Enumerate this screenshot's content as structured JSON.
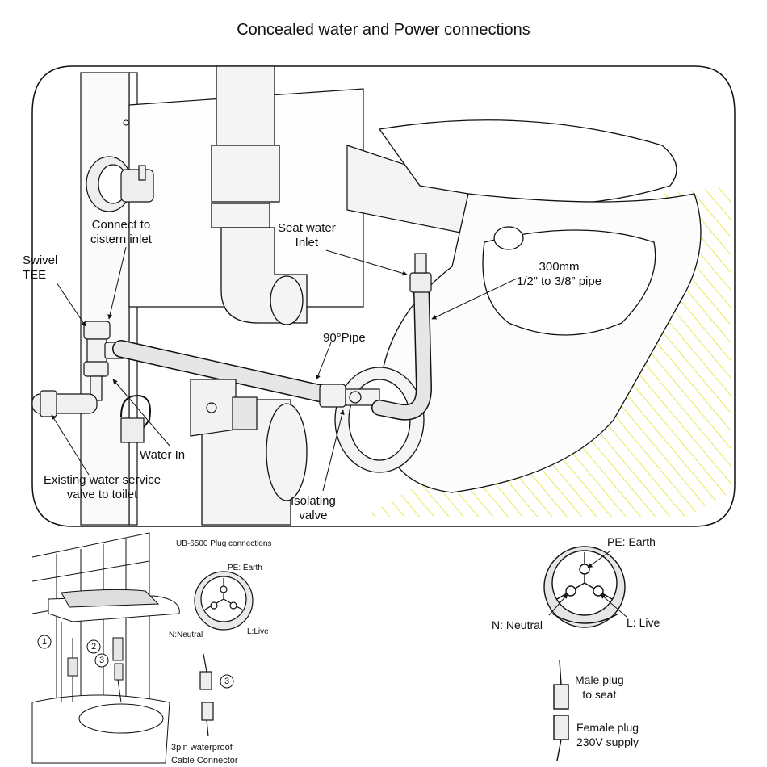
{
  "title": "Concealed water and Power connections",
  "main_diagram": {
    "labels": {
      "connect_to": "Connect to",
      "cistern_inlet": "cistern inlet",
      "swivel": "Swivel",
      "tee": "TEE",
      "seat_water": "Seat water",
      "inlet": "Inlet",
      "pipe_300mm": "300mm",
      "pipe_size": "1/2” to 3/8” pipe",
      "pipe_90": "90°Pipe",
      "water_in": "Water In",
      "existing_valve_1": "Existing water service",
      "existing_valve_2": "valve to toilet",
      "isolating": "Isolating",
      "valve": "valve"
    }
  },
  "plug_section": {
    "heading": "UB-6500 Plug connections",
    "small_pe": "PE: Earth",
    "small_neutral": "N:Neutral",
    "small_live": "L:Live",
    "step_1": "1",
    "step_2": "2",
    "step_3": "3",
    "connector_step": "3",
    "connector_1": "3pin waterproof",
    "connector_2": "Cable Connector"
  },
  "large_plug": {
    "pe": "PE: Earth",
    "neutral": "N: Neutral",
    "live": "L: Live",
    "male_1": "Male plug",
    "male_2": "to seat",
    "female_1": "Female plug",
    "female_2": "230V supply"
  },
  "colors": {
    "line": "#111111",
    "hatch": "#e8e23a",
    "fill": "#f2f2f2"
  }
}
